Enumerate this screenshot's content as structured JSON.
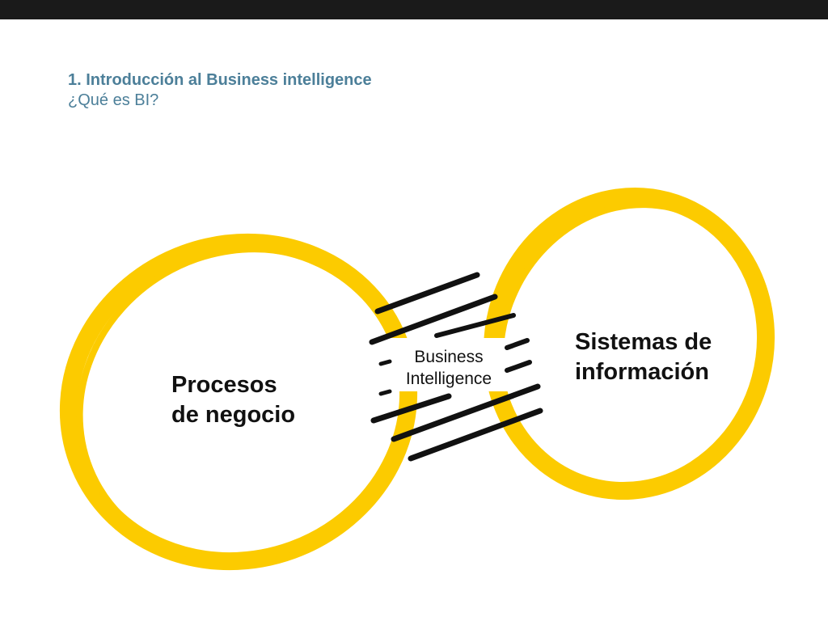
{
  "header": {
    "title": "1. Introducción al Business intelligence",
    "subtitle": "¿Qué es BI?"
  },
  "diagram": {
    "left_label": [
      "Procesos",
      "de negocio"
    ],
    "right_label": [
      "Sistemas de",
      "información"
    ],
    "center_label": [
      "Business",
      "Intelligence"
    ],
    "loop_color": "#fccb00",
    "stroke_color": "#111111"
  }
}
